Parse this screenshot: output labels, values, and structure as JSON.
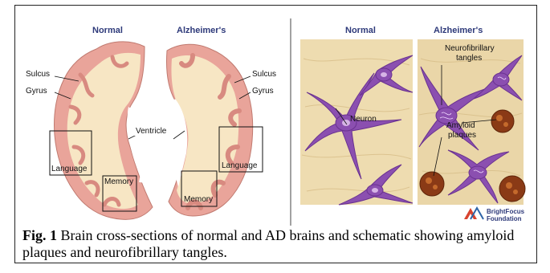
{
  "left_panel": {
    "header_normal": "Normal",
    "header_ad": "Alzheimer's",
    "labels": {
      "sulcus_left": "Sulcus",
      "gyrus_left": "Gyrus",
      "sulcus_right": "Sulcus",
      "gyrus_right": "Gyrus",
      "ventricle": "Ventricle",
      "language_left": "Language",
      "memory_left": "Memory",
      "language_right": "Language",
      "memory_right": "Memory"
    }
  },
  "right_panel": {
    "header_normal": "Normal",
    "header_ad": "Alzheimer's",
    "labels": {
      "neuron": "Neuron",
      "tangles": "Neurofibrillary tangles",
      "plaques": "Amyloid plaques"
    },
    "logo": {
      "line1": "BrightFocus",
      "line2": "Foundation"
    }
  },
  "caption": {
    "label": "Fig. 1",
    "text": " Brain cross-sections of normal and AD brains and schematic showing amyloid plaques and neurofibrillary tangles."
  },
  "colors": {
    "brain_outer": "#e9a49a",
    "brain_inner": "#f7e6c4",
    "tissue_bg": "#eedcb0",
    "neuron": "#8b4fb0",
    "plaque": "#8a3a16",
    "header": "#2e3a7a"
  }
}
